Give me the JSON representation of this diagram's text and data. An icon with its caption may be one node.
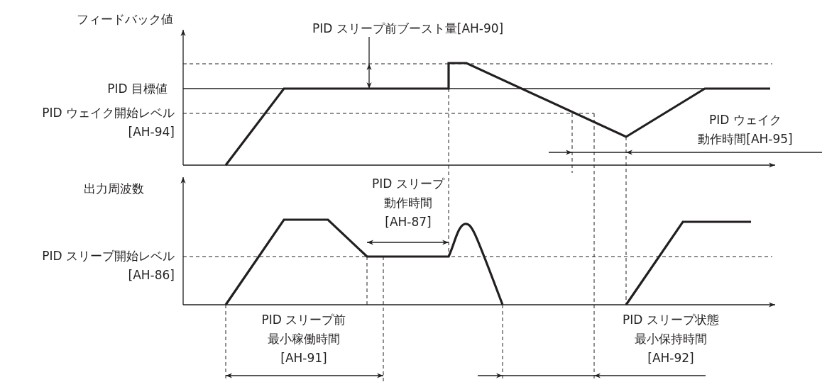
{
  "diagram": {
    "labels": [
      "フィードバック値",
      "PID スリープ前ブースト量[AH-90]",
      "PID 目標値",
      "PID ウェイク開始レベル [AH-94]",
      "PID ウェイク動作時間[AH-95]",
      "出力周波数",
      "PID スリープ動作時間 [AH-87]",
      "PID スリープ開始レベル [AH-86]",
      "PID スリープ前最小稼働時間 [AH-91]",
      "PID スリープ状態最小保持時間 [AH-92]"
    ]
  }
}
